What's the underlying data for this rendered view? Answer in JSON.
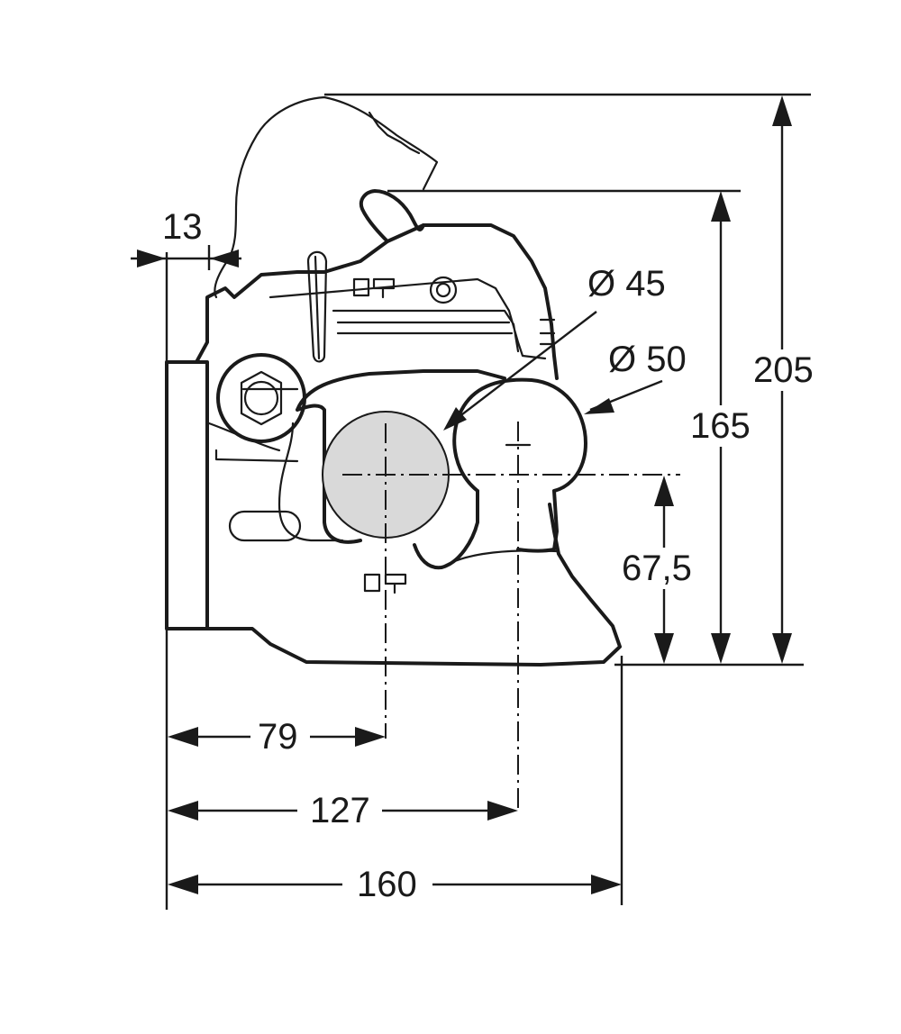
{
  "dimensions": {
    "d13": "13",
    "d45": "Ø 45",
    "d50": "Ø 50",
    "d205": "205",
    "d165": "165",
    "d67": "67,5",
    "d79": "79",
    "d127": "127",
    "d160": "160"
  },
  "colors": {
    "line": "#1a1a1a",
    "ball_shade": "#d9d9d9",
    "background": "#ffffff"
  }
}
